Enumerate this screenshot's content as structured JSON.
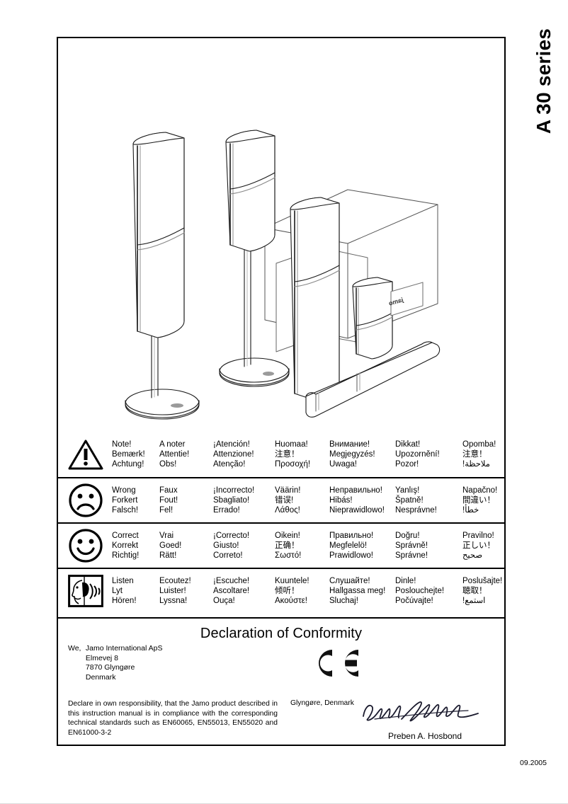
{
  "series_title": "A 30 series",
  "footer": {
    "date": "09.2005"
  },
  "illustration": {
    "name": "jamo-a30-speaker-system-line-drawing",
    "brand_logo": "jamo"
  },
  "warning_table": {
    "rows": [
      {
        "icon": "warning-triangle-icon",
        "key": "note",
        "columns": [
          {
            "lines": [
              "Note!",
              "Bemærk!",
              "Achtung!"
            ]
          },
          {
            "lines": [
              "A noter",
              "Attentie!",
              "Obs!"
            ]
          },
          {
            "lines": [
              "¡Atención!",
              "Attenzione!",
              "Atenção!"
            ]
          },
          {
            "lines": [
              "Huomaa!",
              "注意！",
              "Προσοχή!"
            ]
          },
          {
            "lines": [
              "Внимание!",
              "Megjegyzés!",
              "Uwaga!"
            ]
          },
          {
            "lines": [
              "Dikkat!",
              "Upozornění!",
              "Pozor!"
            ]
          },
          {
            "lines": [
              "Opomba!",
              "注意！",
              "!ملاحظة"
            ]
          }
        ]
      },
      {
        "icon": "sad-face-icon",
        "key": "wrong",
        "columns": [
          {
            "lines": [
              "Wrong",
              "Forkert",
              "Falsch!"
            ]
          },
          {
            "lines": [
              "Faux",
              "Fout!",
              "Fel!"
            ]
          },
          {
            "lines": [
              "¡Incorrecto!",
              "Sbagliato!",
              "Errado!"
            ]
          },
          {
            "lines": [
              "Väärin!",
              "错误!",
              "Λάθος!"
            ]
          },
          {
            "lines": [
              "Неправильно!",
              "Hibás!",
              "Nieprawidlowo!"
            ]
          },
          {
            "lines": [
              "Yanlış!",
              "Špatně!",
              "Nesprávne!"
            ]
          },
          {
            "lines": [
              "Napačno!",
              "間違い！",
              "!خطأ"
            ]
          }
        ]
      },
      {
        "icon": "happy-face-icon",
        "key": "correct",
        "columns": [
          {
            "lines": [
              "Correct",
              "Korrekt",
              "Richtig!"
            ]
          },
          {
            "lines": [
              "Vrai",
              "Goed!",
              "Rätt!"
            ]
          },
          {
            "lines": [
              "¡Correcto!",
              "Giusto!",
              "Correto!"
            ]
          },
          {
            "lines": [
              "Oikein!",
              "正确！",
              "Σωστό!"
            ]
          },
          {
            "lines": [
              "Правильно!",
              "Megfelelö!",
              "Prawidlowo!"
            ]
          },
          {
            "lines": [
              "Doğru!",
              "Správně!",
              "Správne!"
            ]
          },
          {
            "lines": [
              "Pravilno!",
              "正しい！",
              "صحيح"
            ]
          }
        ]
      },
      {
        "icon": "listen-ear-icon",
        "key": "listen",
        "columns": [
          {
            "lines": [
              "Listen",
              "Lyt",
              "Hören!"
            ]
          },
          {
            "lines": [
              "Ecoutez!",
              "Luister!",
              "Lyssna!"
            ]
          },
          {
            "lines": [
              "¡Escuche!",
              "Ascoltare!",
              "Ouça!"
            ]
          },
          {
            "lines": [
              "Kuuntele!",
              "倾听！",
              "Ακούστε!"
            ]
          },
          {
            "lines": [
              "Слушайте!",
              "Hallgassa meg!",
              "Sluchaj!"
            ]
          },
          {
            "lines": [
              "Dinle!",
              "Poslouchejte!",
              "Počúvajte!"
            ]
          },
          {
            "lines": [
              "Poslušajte!",
              "聴取！",
              "!استمع"
            ]
          }
        ]
      }
    ]
  },
  "declaration": {
    "title": "Declaration of Conformity",
    "we_label": "We,",
    "company": "Jamo International ApS",
    "address_line2": "Elmevej 8",
    "address_line3": "7870 Glyngøre",
    "address_line4": "Denmark",
    "ce_mark": "CE",
    "body": "Declare in own responsibility, that the Jamo product described in this instruction manual is in compliance with the corresponding technical standards such as EN60065, EN55013, EN55020 and EN61000-3-2",
    "place": "Glyngøre, Denmark",
    "signatory": "Preben A. Hosbond"
  }
}
